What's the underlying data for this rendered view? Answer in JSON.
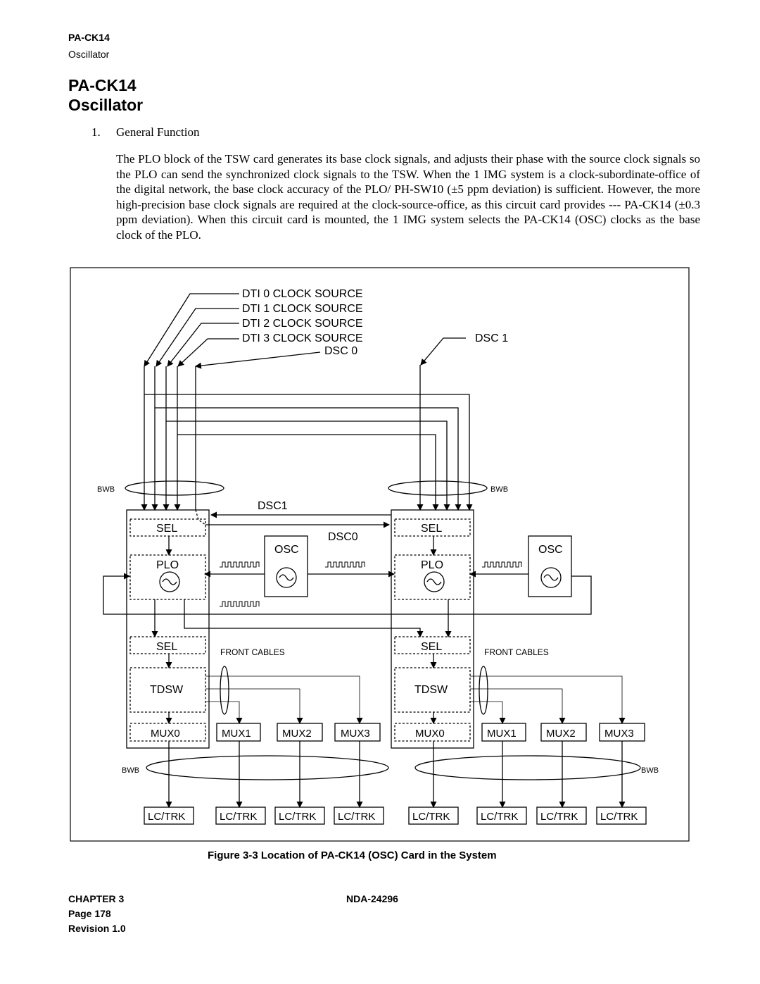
{
  "header": {
    "product": "PA-CK14",
    "subtitle": "Oscillator"
  },
  "title": {
    "main": "PA-CK14",
    "sub": "Oscillator"
  },
  "section": {
    "number": "1.",
    "heading": "General Function",
    "paragraph": "The PLO block of the TSW card generates its base clock signals, and adjusts their phase with the source clock signals so the PLO can send the synchronized clock signals to the TSW. When the 1 IMG system is a clock-subordinate-office of the digital network, the base clock accuracy of the PLO/ PH-SW10 (±5 ppm deviation) is sufficient. However, the more high-precision base clock signals are required at the clock-source-office, as this circuit card provides --- PA-CK14 (±0.3 ppm deviation). When this circuit card is mounted, the 1 IMG system selects the PA-CK14 (OSC) clocks as the base clock of the PLO."
  },
  "diagram": {
    "sources": [
      "DTI 0 CLOCK SOURCE",
      "DTI 1 CLOCK SOURCE",
      "DTI 2 CLOCK SOURCE",
      "DTI 3 CLOCK SOURCE"
    ],
    "dsc0": "DSC 0",
    "dsc1": "DSC 1",
    "bwb": "BWB",
    "link_dsc1": "DSC1",
    "link_dsc0": "DSC0",
    "sel": "SEL",
    "plo": "PLO",
    "osc": "OSC",
    "tdsw": "TDSW",
    "front_cables": "FRONT CABLES",
    "mux": [
      "MUX0",
      "MUX1",
      "MUX2",
      "MUX3"
    ],
    "lctrk": "LC/TRK"
  },
  "figure": {
    "caption": "Figure 3-3   Location of PA-CK14 (OSC) Card in the System"
  },
  "footer": {
    "chapter": "CHAPTER 3",
    "page": "Page 178",
    "revision": "Revision 1.0",
    "doc": "NDA-24296"
  }
}
